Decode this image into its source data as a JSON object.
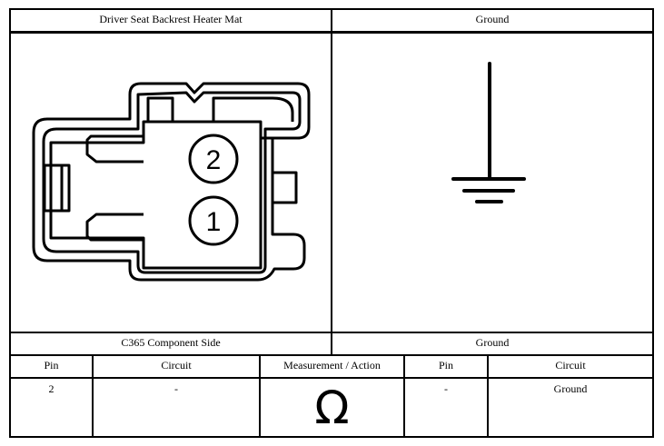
{
  "header": {
    "left_title": "Driver Seat Backrest Heater Mat",
    "right_title": "Ground"
  },
  "connector": {
    "pin_top": "2",
    "pin_bottom": "1",
    "caption": "C365 Component Side"
  },
  "ground_symbol": {
    "icon": "ground-symbol-icon",
    "caption": "Ground"
  },
  "table": {
    "headers": [
      "Pin",
      "Circuit",
      "Measurement / Action",
      "Pin",
      "Circuit"
    ],
    "row": {
      "pin_a": "2",
      "circuit_a": "-",
      "measurement_icon": "ohm-icon",
      "measurement_symbol": "Ω",
      "pin_b": "-",
      "circuit_b": "Ground"
    }
  }
}
